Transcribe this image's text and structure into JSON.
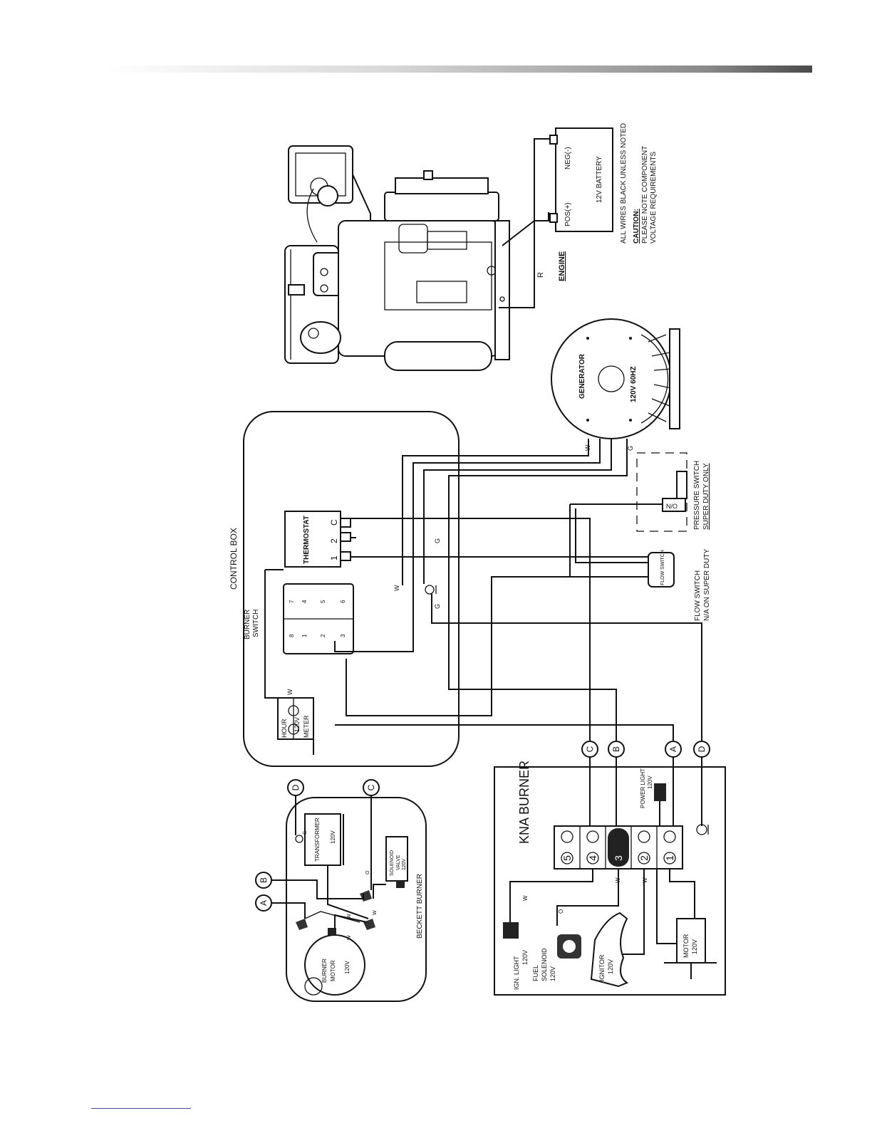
{
  "labels": {
    "control_box": "CONTROL BOX",
    "burner_switch_1": "BURNER",
    "burner_switch_2": "SWITCH",
    "thermostat": "THERMOSTAT",
    "thermo_t1": "1",
    "thermo_t2": "2",
    "thermo_tc": "C",
    "hour_meter_1": "HOUR",
    "hour_meter_2": "120V",
    "hour_meter_3": "METER",
    "generator": "GENERATOR",
    "generator_rating": "120V 60HZ",
    "engine": "ENGINE",
    "battery": "12V BATTERY",
    "pos": "POS(+)",
    "neg": "NEG(-)",
    "all_wires": "ALL WIRES BLACK UNLESS NOTED",
    "caution": "CAUTION:",
    "caution_1": "PLEASE NOTE COMPONENT",
    "caution_2": "VOLTAGE REQUIREMENTS",
    "pressure_switch_1": "PRESSURE SWITCH",
    "pressure_switch_2": "SUPER DUTY ONLY",
    "pressure_no": "N/O",
    "flow_switch_1": "FLOW SWITCH",
    "flow_switch_2": "N/A ON SUPER DUTY",
    "flow_switch_body": "FLOW SWITCH",
    "kna_burner": "KNA BURNER",
    "ign_light_1": "IGN. LIGHT",
    "ign_light_2": "120V",
    "fuel_sol_1": "FUEL",
    "fuel_sol_2": "SOLENOID",
    "fuel_sol_3": "120V",
    "ignitor_1": "IGNITOR",
    "ignitor_2": "120V",
    "motor_1": "MOTOR",
    "motor_2": "120V",
    "power_light_1": "POWER LIGHT",
    "power_light_2": "120V",
    "beckett_burner": "BECKETT BURNER",
    "burner_motor_1": "BURNER",
    "burner_motor_2": "MOTOR",
    "burner_motor_3": "120V",
    "transformer_1": "TRANSFORMER",
    "transformer_2": "120V",
    "solenoid_1": "SOLENOID",
    "solenoid_2": "VALVE",
    "solenoid_3": "120V",
    "wire_w": "W",
    "wire_g": "G",
    "wire_r": "R",
    "wire_o": "O"
  },
  "connectors": [
    "A",
    "B",
    "C",
    "D"
  ],
  "terminals": [
    "1",
    "2",
    "3",
    "4",
    "5"
  ],
  "switch_pins": [
    "1",
    "2",
    "3",
    "4",
    "5",
    "6",
    "7",
    "8"
  ]
}
